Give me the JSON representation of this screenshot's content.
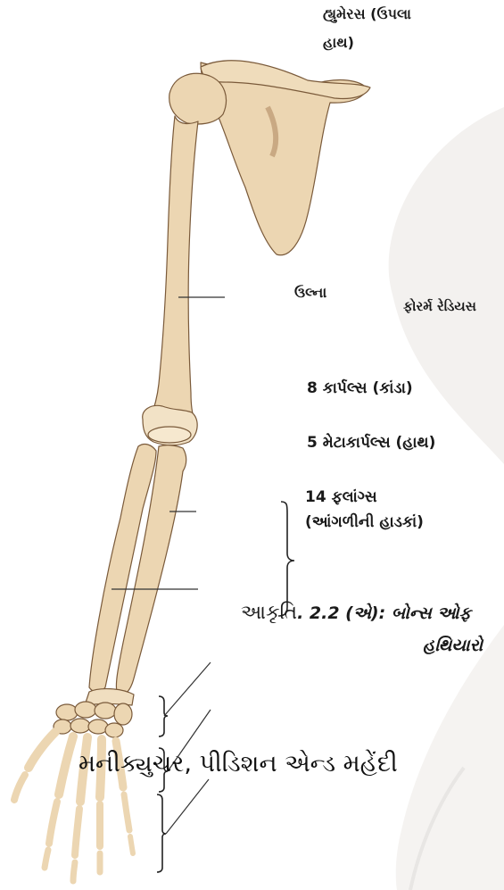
{
  "labels": {
    "humerus_line1": "હ્યુમેરસ (ઉપલા",
    "humerus_line2": "હાથ)",
    "ulna": "ઉલ્ના",
    "forearm_radius": "ફોરર્મ રેડિયસ",
    "carpals": "8 કાર્પલ્સ (કાંડા)",
    "metacarpals": "5 મેટાકાર્પલ્સ (હાથ)",
    "phalanges_line1": "14 ફલાંગ્સ",
    "phalanges_line2": "(આંગળીની હાડકાં)"
  },
  "caption": {
    "prefix": "આકૃતિ",
    "line1": ". 2.2 (એ): બોન્સ ઓફ",
    "line2": "હથિયારો"
  },
  "footer": "મનીક્યુચર, પીડિશન એન્ડ મહેંદી",
  "colors": {
    "bone": "#ecd6b2",
    "bone_shade": "#c9a983",
    "bone_outline": "#7a5a3a",
    "background_shape": "#f4f2f0"
  }
}
